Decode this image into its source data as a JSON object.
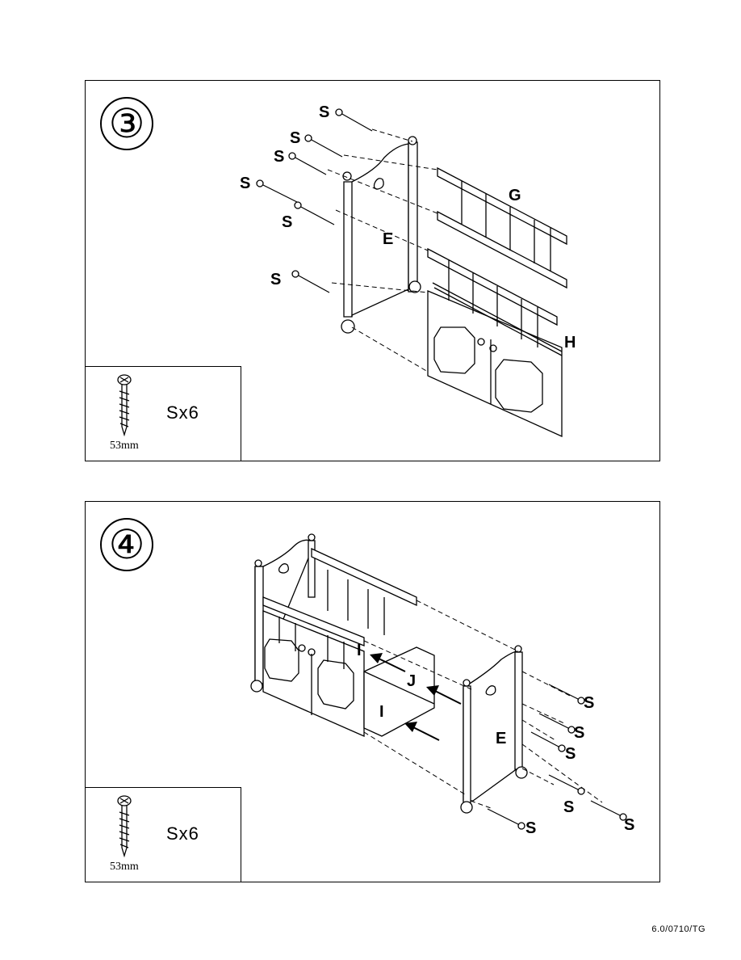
{
  "step3": {
    "number": "③",
    "labels": {
      "screw": "S",
      "panel_e": "E",
      "rail_g": "G",
      "rail_h": "H"
    },
    "hardware": {
      "quantity": "Sx6",
      "length": "53mm",
      "icon": "screw-icon"
    }
  },
  "step4": {
    "number": "④",
    "labels": {
      "screw": "S",
      "panel_e": "E",
      "board_i": "I",
      "board_j": "J"
    },
    "hardware": {
      "quantity": "Sx6",
      "length": "53mm",
      "icon": "screw-icon"
    }
  },
  "footer": {
    "code": "6.0/0710/TG"
  }
}
